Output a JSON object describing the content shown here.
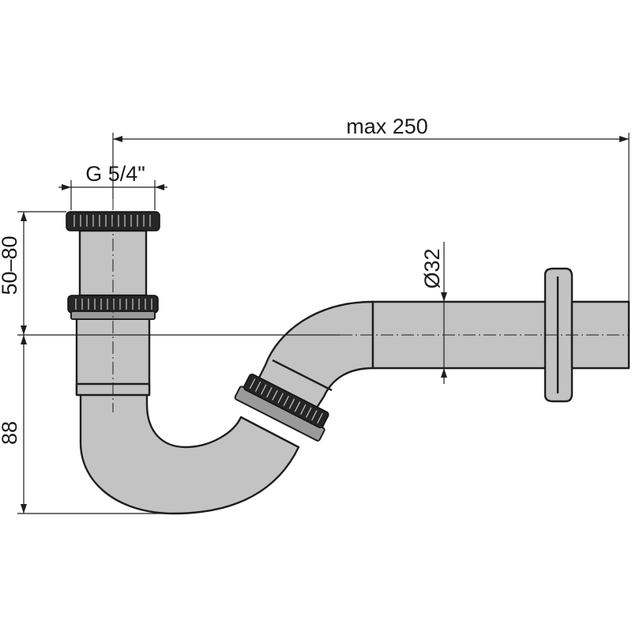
{
  "diagram": {
    "dimensions": {
      "max_length": "max 250",
      "thread": "G 5/4\"",
      "diameter": "Ø32",
      "height_adjust": "50–80",
      "depth": "88"
    },
    "colors": {
      "pipe_fill": "#c3c3c3",
      "ring_fill": "#262626",
      "line": "#1e1e1e"
    }
  }
}
